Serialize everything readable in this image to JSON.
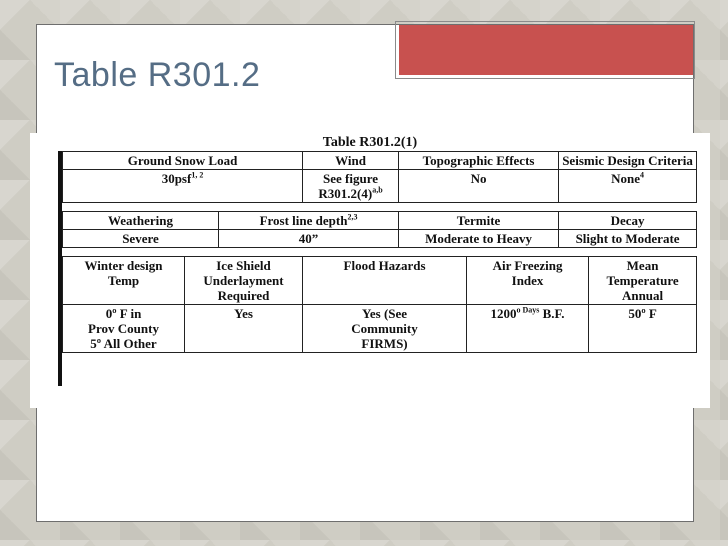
{
  "slide": {
    "title": "Table R301.2"
  },
  "table": {
    "caption": "Table R301.2(1)",
    "section1": {
      "headers": [
        "Ground Snow Load",
        "Wind",
        "Topographic Effects",
        "Seismic Design Criteria"
      ],
      "values": {
        "snow": "30psf",
        "snow_sup": "1, 2",
        "wind_line1": "See figure",
        "wind_line2": "R301.2(4)",
        "wind_sup": "a,b",
        "topo": "No",
        "seismic": "None",
        "seismic_sup": "4"
      }
    },
    "section2": {
      "headers": {
        "weathering": "Weathering",
        "frost": "Frost line depth",
        "frost_sup": "2,3",
        "termite": "Termite",
        "decay": "Decay"
      },
      "values": [
        "Severe",
        "40”",
        "Moderate to Heavy",
        "Slight to Moderate"
      ]
    },
    "section3": {
      "headers": {
        "winter_line1": "Winter design",
        "winter_line2": "Temp",
        "ice_line1": "Ice Shield",
        "ice_line2": "Underlayment",
        "ice_line3": "Required",
        "flood": "Flood Hazards",
        "air_line1": "Air Freezing",
        "air_line2": "Index",
        "mean_line1": "Mean",
        "mean_line2": "Temperature",
        "mean_line3": "Annual"
      },
      "values": {
        "winter_line1": "0º F in",
        "winter_line2": "Prov County",
        "winter_line3": "5º All Other",
        "ice": "Yes",
        "flood_line1": "Yes  (See",
        "flood_line2": "Community",
        "flood_line3": "FIRMS)",
        "air": "1200",
        "air_sup": "o Days",
        "air_suffix": "B.F.",
        "mean": "50º F"
      }
    }
  }
}
